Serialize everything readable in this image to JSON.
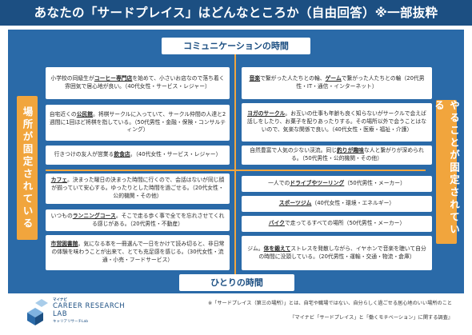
{
  "header": {
    "title": "あなたの「サードプレイス」はどんなところか（自由回答）※一部抜粋"
  },
  "axis": {
    "top": "コミュニケーションの時間",
    "bottom": "ひとりの時間",
    "left": "場所が固定されている",
    "right": "やることが固定されている"
  },
  "colors": {
    "header": "#1c4f82",
    "panel": "#2a6aa8",
    "accent": "#f1a53d"
  },
  "cards": {
    "tl1": {
      "a": "小学校の同級生が",
      "b": "コーヒー専門店",
      "c": "を始めて、小さいお店なので落ち着く雰囲気で居心地が良い。（40代女性・サービス・レジャー）"
    },
    "tl2": {
      "a": "自宅近くの",
      "b": "公民館",
      "c": "。将棋サークルに入っていて、サークル仲間の人達と2週間に1回ほど将棋を指している。（50代男性・金融・保険・コンサルティング）"
    },
    "tl3": {
      "a": "行きつけの友人が営業る",
      "b": "飲食店",
      "c": "。（40代女性・サービス・レジャー）"
    },
    "tr1": {
      "b1": "音楽",
      "a1": "で繋がった人たちとの輪、",
      "b2": "ゲーム",
      "a2": "で繋がった人たちとの輪（20代男性・IT・通信・インターネット）"
    },
    "tr2": {
      "b": "ヨガのサークル",
      "c": "。お互いの仕事も年齢も良く知らないがサークルで会えば話しをしたり、お菓子を配りあったりする。その場所以外で会うことはないので、気楽な関係で良い。（40代女性・医療・福祉・介護）"
    },
    "tr3": {
      "a": "自然豊富で人気の少ない渓流。同じ",
      "b": "釣りが趣味",
      "c": "な人と繋がりが深められる。（50代男性・公的機関・その他）"
    },
    "bl1": {
      "b": "カフェ",
      "c": "。決まった曜日の決まった時間に行くので、会話はないが同じ顔が揃っていて安心する。ゆったりとした時間を過ごせる。（20代女性・公的機関・その他）"
    },
    "bl2": {
      "a": "いつもの",
      "b": "ランニングコース",
      "c": "。そこで走る歩く事で全てを忘れさせてくれる感じがある。（20代男性・不動産）"
    },
    "bl3": {
      "b": "市営図書館",
      "c": "。気になる本を一冊選んで一日をかけて読み切ると、非日常の体験を味わうことが出来て、とても充足感を感じる。（30代女性・流通・小売・フードサービス）"
    },
    "br1": {
      "a": "一人での",
      "b": "ドライブやツーリング",
      "c": "（50代男性・メーカー）"
    },
    "br2": {
      "b": "スポーツジム",
      "c": "（40代女性・環境・エネルギー）"
    },
    "br3": {
      "b": "バイク",
      "c": "で走ってるすべての場所（50代男性・メーカー）"
    },
    "br4": {
      "a": "ジム。",
      "b": "体を鍛えて",
      "c": "ストレスを発散しながら、イヤホンで音楽を聴いて自分の時間に没頭している。（20代男性・運輸・交通・物流・倉庫）"
    }
  },
  "footer": {
    "brand_tag": "マイナビ",
    "brand_line1": "CAREER RESEARCH",
    "brand_line2": "LAB",
    "brand_sub": "キャリアリサーチLab",
    "note1": "※「サードプレイス（第三の場所）」とは、自宅や職場ではない、自分らしく過ごせる居心地のいい場所のこと",
    "note2": "『マイナビ「サードプレイス」と「働くモチベーション」に関する調査』"
  }
}
